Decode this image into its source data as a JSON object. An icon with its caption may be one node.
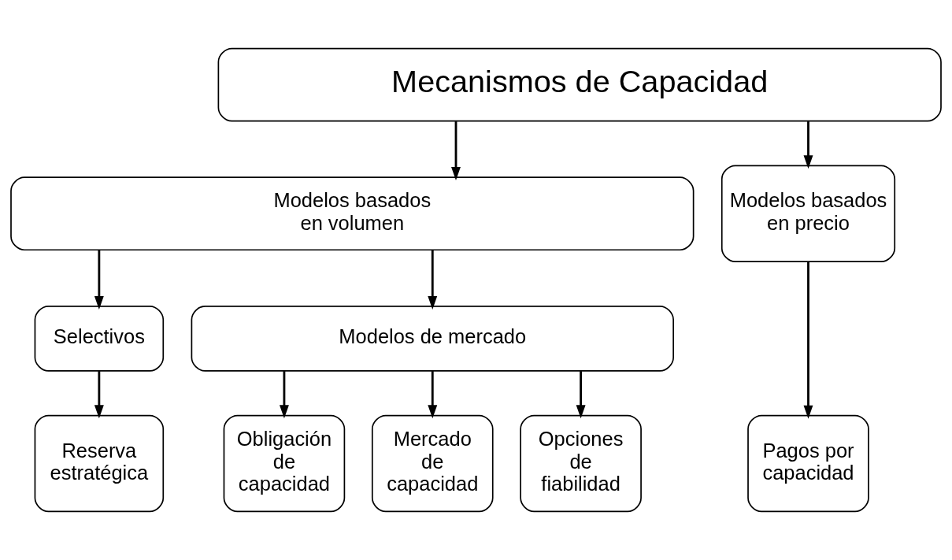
{
  "diagram": {
    "nodes": [
      {
        "text": [
          "Mecanismos de Capacidad"
        ]
      },
      {
        "text": [
          "Modelos basados en volumen"
        ]
      },
      {
        "text": [
          "Modelos basados en precio"
        ]
      },
      {
        "text": [
          "Selectivos"
        ]
      },
      {
        "text": [
          "Modelos de mercado"
        ]
      },
      {
        "text": [
          "Reserva estratégica"
        ]
      },
      {
        "text": [
          "Obligación de capacidad"
        ]
      },
      {
        "text": [
          "Mercado de capacidad"
        ]
      },
      {
        "text": [
          "Opciones de fiabilidad"
        ]
      },
      {
        "text": [
          "Pagos por capacidad"
        ]
      }
    ],
    "edges": [
      {
        "from": 0,
        "to": 1,
        "arrow": "to"
      },
      {
        "from": 0,
        "to": 2,
        "arrow": "to"
      },
      {
        "from": 1,
        "to": 3,
        "arrow": "to"
      },
      {
        "from": 1,
        "to": 4,
        "arrow": "to"
      },
      {
        "from": 3,
        "to": 5,
        "arrow": "to"
      },
      {
        "from": 4,
        "to": 6,
        "arrow": "to"
      },
      {
        "from": 4,
        "to": 7,
        "arrow": "to"
      },
      {
        "from": 4,
        "to": 8,
        "arrow": "to"
      },
      {
        "from": 2,
        "to": 9,
        "arrow": "to"
      }
    ]
  }
}
